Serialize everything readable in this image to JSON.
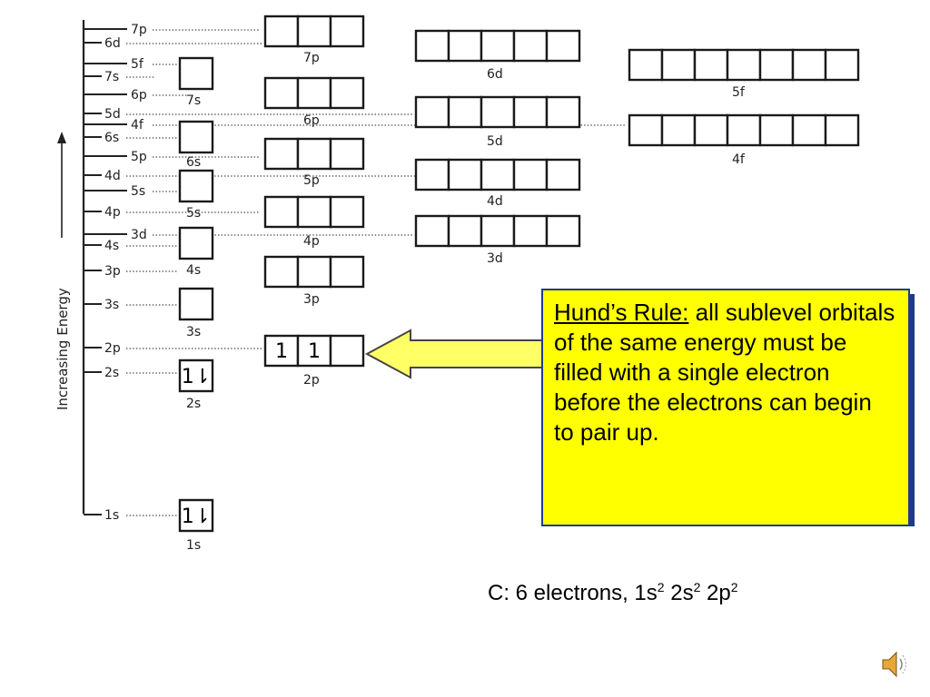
{
  "energy_axis_label": "Increasing Energy",
  "energy_levels_left": [
    "7p",
    "6d",
    "5f",
    "7s",
    "6p",
    "5d",
    "4f",
    "6s",
    "5p",
    "4d",
    "5s",
    "4p",
    "3d",
    "4s",
    "3p",
    "3s",
    "2p",
    "2s",
    "1s"
  ],
  "sublevels": [
    {
      "name": "7p",
      "boxes": 3,
      "electrons": []
    },
    {
      "name": "6d",
      "boxes": 5,
      "electrons": []
    },
    {
      "name": "5f",
      "boxes": 7,
      "electrons": []
    },
    {
      "name": "7s",
      "boxes": 1,
      "electrons": []
    },
    {
      "name": "6p",
      "boxes": 3,
      "electrons": []
    },
    {
      "name": "5d",
      "boxes": 5,
      "electrons": []
    },
    {
      "name": "4f",
      "boxes": 7,
      "electrons": []
    },
    {
      "name": "6s",
      "boxes": 1,
      "electrons": []
    },
    {
      "name": "5p",
      "boxes": 3,
      "electrons": []
    },
    {
      "name": "4d",
      "boxes": 5,
      "electrons": []
    },
    {
      "name": "5s",
      "boxes": 1,
      "electrons": []
    },
    {
      "name": "4p",
      "boxes": 3,
      "electrons": []
    },
    {
      "name": "3d",
      "boxes": 5,
      "electrons": []
    },
    {
      "name": "4s",
      "boxes": 1,
      "electrons": []
    },
    {
      "name": "3p",
      "boxes": 3,
      "electrons": []
    },
    {
      "name": "3s",
      "boxes": 1,
      "electrons": []
    },
    {
      "name": "2p",
      "boxes": 3,
      "electrons": [
        "1",
        "1",
        ""
      ]
    },
    {
      "name": "2s",
      "boxes": 1,
      "electrons": [
        "1⇂"
      ]
    },
    {
      "name": "1s",
      "boxes": 1,
      "electrons": [
        "1⇂"
      ]
    }
  ],
  "callout": {
    "title": "Hund’s Rule:",
    "body": " all sublevel orbitals of the same energy must be filled with a single electron before the electrons can begin to pair up."
  },
  "formula": {
    "prefix": "C: 6 electrons, 1s",
    "sup1": "2",
    "mid1": " 2s",
    "sup2": "2",
    "mid2": " 2p",
    "sup3": "2"
  },
  "colors": {
    "callout_fill": "#ffff00",
    "callout_border": "#1f3a8a",
    "arrow_fill": "#ffff66"
  },
  "icons": {
    "speaker": "speaker-icon"
  }
}
